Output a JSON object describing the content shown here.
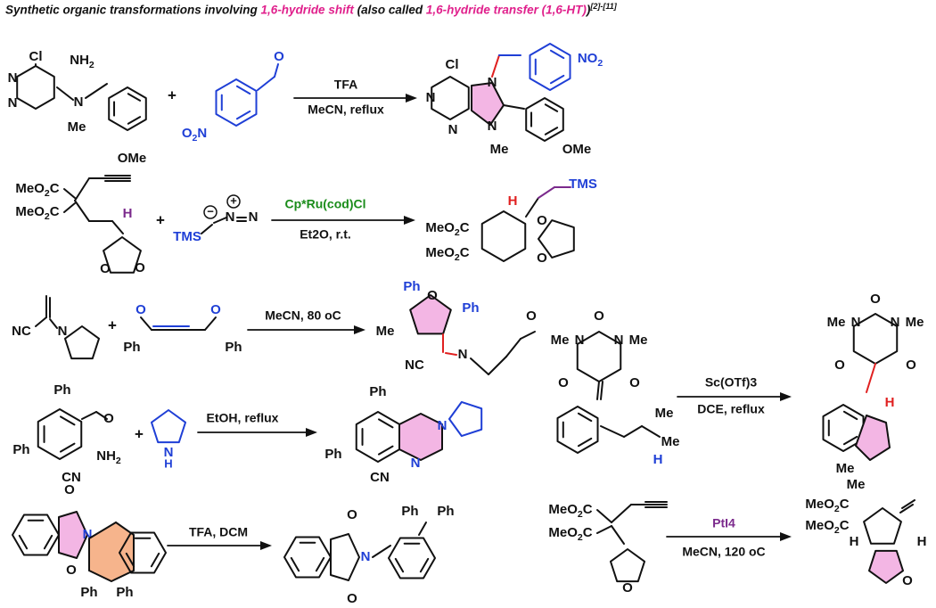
{
  "title": {
    "prefix": "Synthetic organic transformations involving ",
    "term1": "1,6-hydride shift",
    "middle": " (also called ",
    "term2": "1,6-hydride transfer (1,6-HT)",
    "suffix": ")",
    "refs": "[2]-[11]"
  },
  "colors": {
    "black": "#111111",
    "blue": "#1f3fd6",
    "pink": "#e0208c",
    "red": "#e02020",
    "purple": "#7b2a8c",
    "green": "#1a8c1a",
    "ring_fill": "#f3b6e4",
    "ring_fill_orange": "#f6b48c"
  },
  "reactions": [
    {
      "id": "r1",
      "conditions_above": "TFA",
      "conditions_below": "MeCN, reflux"
    },
    {
      "id": "r2",
      "conditions_above": "Cp*Ru(cod)Cl",
      "conditions_below": "Et2O, r.t."
    },
    {
      "id": "r3",
      "conditions_above": "MeCN, 80 oC",
      "conditions_below": ""
    },
    {
      "id": "r4",
      "conditions_above": "EtOH, reflux",
      "conditions_below": ""
    },
    {
      "id": "r5",
      "conditions_above": "TFA, DCM",
      "conditions_below": ""
    },
    {
      "id": "r6",
      "conditions_above": "Sc(OTf)3",
      "conditions_below": "DCE, reflux"
    },
    {
      "id": "r7",
      "conditions_above": "PtI4",
      "conditions_below": "MeCN, 120 oC"
    }
  ],
  "labels": {
    "Cl": "Cl",
    "NH2": "NH",
    "N": "N",
    "Me": "Me",
    "OMe": "OMe",
    "O": "O",
    "O2N": "O",
    "NO2": "NO",
    "MeO2C": "MeO",
    "H": "H",
    "TMS": "TMS",
    "NC": "NC",
    "CN": "CN",
    "Ph": "Ph",
    "plus": "+",
    "Et2O_sub": "2"
  }
}
